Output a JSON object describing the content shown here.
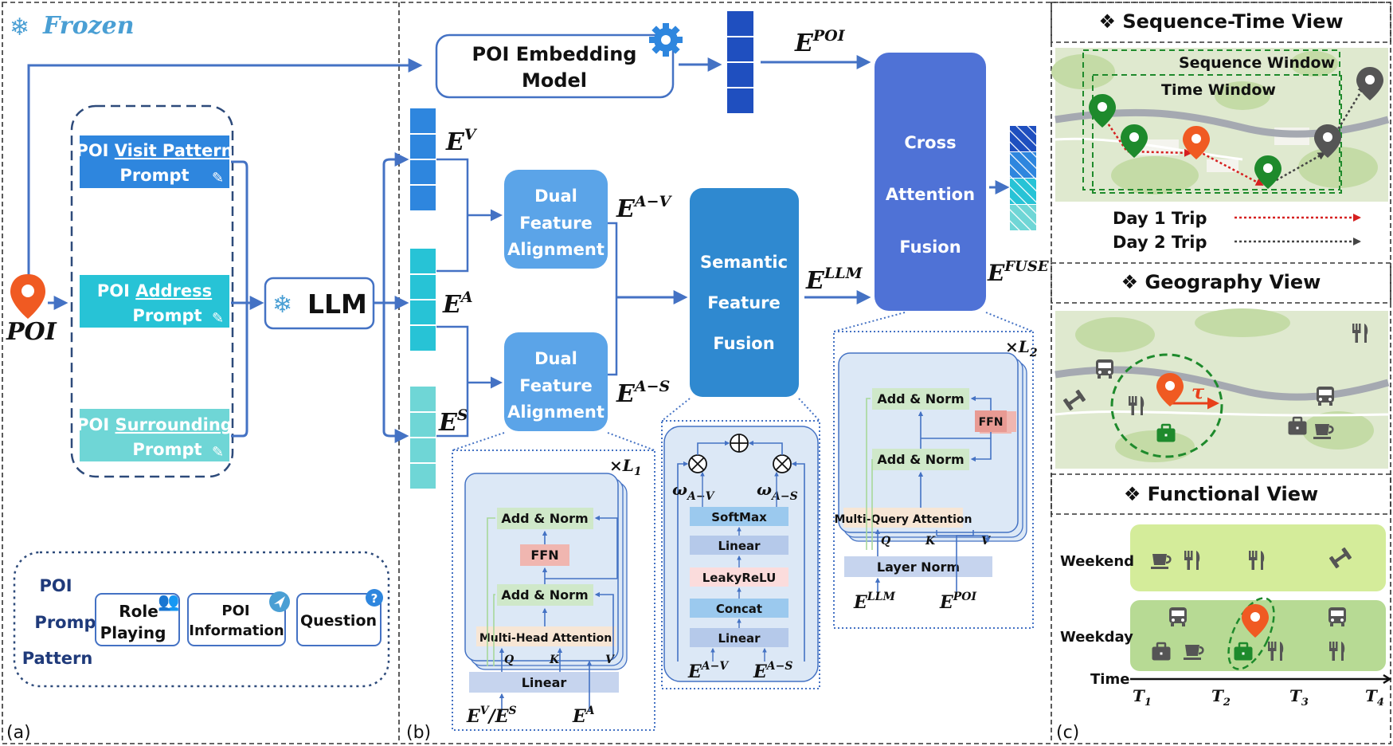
{
  "panels": {
    "a": {
      "tag": "(a)",
      "frozen": "Frozen",
      "poi": "POI",
      "llm": "LLM",
      "prompts": [
        {
          "prefix": "POI ",
          "key": "Visit Pattern",
          "suffix": "Prompt"
        },
        {
          "prefix": "POI ",
          "key": "Address",
          "suffix": "Prompt"
        },
        {
          "prefix": "POI ",
          "key": "Surrounding",
          "suffix": "Prompt"
        }
      ],
      "pattern": {
        "title": [
          "POI",
          "Prompt",
          "Pattern"
        ],
        "items": [
          "Role Playing",
          "POI Information",
          "Question"
        ]
      }
    },
    "b": {
      "tag": "(b)",
      "poi_model": [
        "POI Embedding",
        "Model"
      ],
      "e_poi": "E",
      "e_poi_sup": "POI",
      "ev": "E",
      "ev_sup": "V",
      "ea": "E",
      "ea_sup": "A",
      "es": "E",
      "es_sup": "S",
      "dfa": [
        "Dual",
        "Feature",
        "Alignment"
      ],
      "eav": "E",
      "eav_sup": "A−V",
      "eas": "E",
      "eas_sup": "A−S",
      "sff": [
        "Semantic",
        "Feature",
        "Fusion"
      ],
      "ellm": "E",
      "ellm_sup": "LLM",
      "caf": [
        "Cross",
        "Attention",
        "Fusion"
      ],
      "efuse": "E",
      "efuse_sup": "FUSE",
      "block1": {
        "repeat": "×L",
        "repeat_sub": "1",
        "add_norm": "Add & Norm",
        "ffn": "FFN",
        "mha": "Multi-Head Attention",
        "linear": "Linear",
        "q": "Q",
        "k": "K",
        "v": "V",
        "in1": "E",
        "in1_sup": "V",
        "in1_mid": "/E",
        "in1_sup2": "S",
        "in2": "E",
        "in2_sup": "A"
      },
      "block2": {
        "softmax": "SoftMax",
        "linear": "Linear",
        "leaky": "LeakyReLU",
        "concat": "Concat",
        "w1": "ω",
        "w1_sub": "A−V",
        "w2": "ω",
        "w2_sub": "A−S",
        "in1": "E",
        "in1_sup": "A−V",
        "in2": "E",
        "in2_sup": "A−S"
      },
      "block3": {
        "repeat": "×L",
        "repeat_sub": "2",
        "add_norm": "Add & Norm",
        "ffn": "FFN",
        "mqa": "Multi-Query Attention",
        "layer_norm": "Layer Norm",
        "q": "Q",
        "k": "K",
        "v": "V",
        "in1": "E",
        "in1_sup": "LLM",
        "in2": "E",
        "in2_sup": "POI"
      }
    },
    "c": {
      "tag": "(c)",
      "seq_title": "❖ Sequence-Time View",
      "seq_window": "Sequence Window",
      "time_window": "Time Window",
      "day1": "Day 1 Trip",
      "day2": "Day 2 Trip",
      "geo_title": "❖ Geography View",
      "tau": "τ",
      "func_title": "❖ Functional View",
      "weekend": "Weekend",
      "weekday": "Weekday",
      "time": "Time",
      "ticks": [
        "T",
        "T",
        "T",
        "T"
      ],
      "tick_subs": [
        "1",
        "2",
        "3",
        "4"
      ]
    }
  },
  "colors": {
    "accent": "#4472c4",
    "frozen": "#4a9fd4",
    "visit": "#2e86de",
    "address": "#27c3d6",
    "surround": "#6fd6d6",
    "poi_pin": "#f05a22",
    "green_pin": "#1e8a2c",
    "gray_pin": "#555555"
  }
}
